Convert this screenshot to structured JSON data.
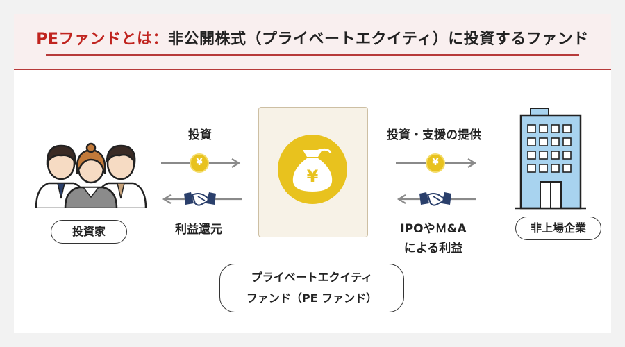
{
  "title": {
    "lead": "PEファンドとは：",
    "rest": "非公開株式（プライベートエクイティ）に投資するファンド"
  },
  "investor": {
    "label": "投資家"
  },
  "left_flow": {
    "top_label": "投資",
    "bottom_label": "利益還元",
    "coin_symbol": "¥"
  },
  "fund": {
    "bag_symbol": "¥",
    "name_line1": "プライベートエクイティ",
    "name_line2": "ファンド（PE ファンド）"
  },
  "right_flow": {
    "top_label": "投資・支援の提供",
    "bottom_label_line1": "IPOやＭ&A",
    "bottom_label_line2": "による利益",
    "coin_symbol": "¥"
  },
  "company": {
    "label": "非上場企業"
  },
  "colors": {
    "accent_red": "#c0241f",
    "header_bg": "#f9efef",
    "coin_gold": "#e8c21e",
    "fund_bg": "#f7f2e7",
    "building_blue": "#a8d3ef",
    "navy": "#2a3f6b",
    "arrow_gray": "#8a8a8a"
  },
  "icons": [
    "people-icon",
    "coin-icon",
    "handshake-icon",
    "money-bag-icon",
    "building-icon"
  ]
}
